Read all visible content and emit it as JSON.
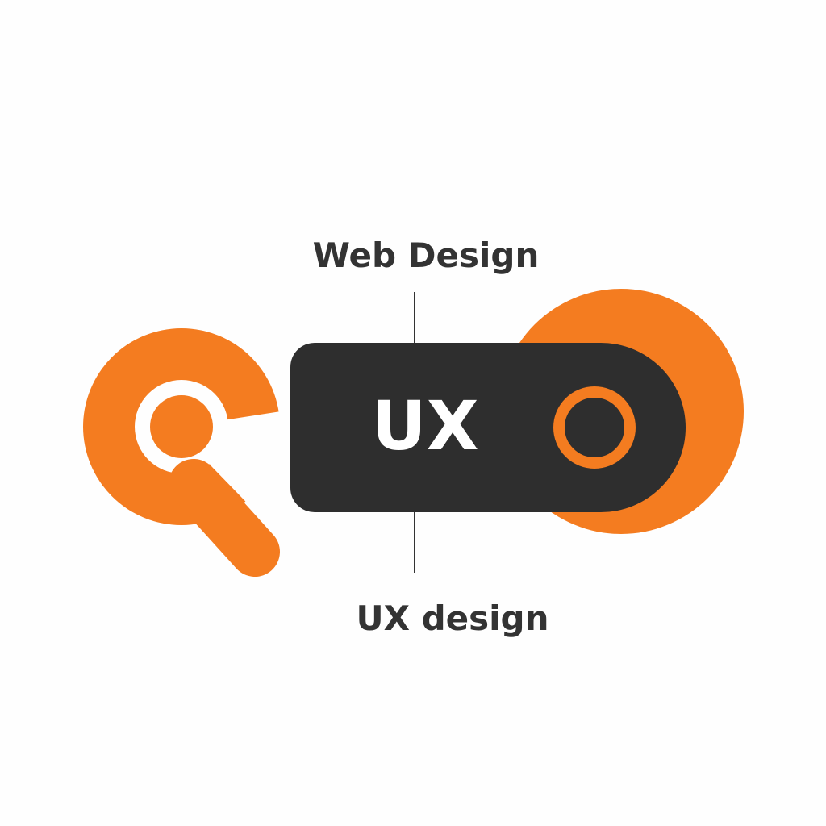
{
  "top_label": "Web Design",
  "bottom_label": "UX design",
  "center_text": "UX",
  "colors": {
    "accent": "#f47c20",
    "dark": "#2e2e2e",
    "text": "#333333"
  },
  "icons": [
    "magnifier-icon",
    "ring-icon"
  ]
}
